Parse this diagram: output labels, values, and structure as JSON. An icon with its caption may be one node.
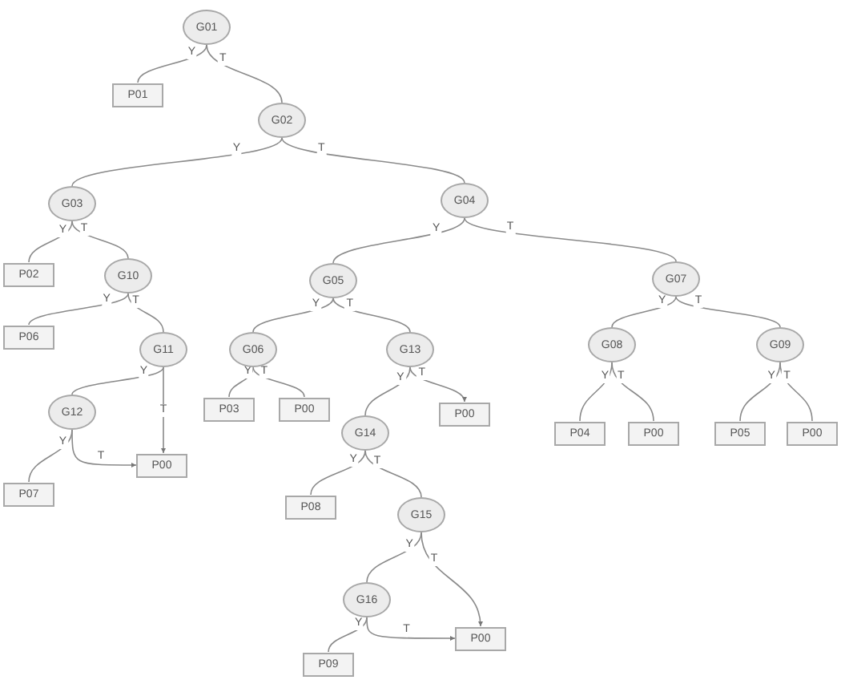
{
  "diagram": {
    "nodes": [
      {
        "text": [
          "G01"
        ]
      },
      {
        "text": [
          "P01"
        ]
      },
      {
        "text": [
          "G02"
        ]
      },
      {
        "text": [
          "G03"
        ]
      },
      {
        "text": [
          "P02"
        ]
      },
      {
        "text": [
          "G10"
        ]
      },
      {
        "text": [
          "P06"
        ]
      },
      {
        "text": [
          "G11"
        ]
      },
      {
        "text": [
          "G12"
        ]
      },
      {
        "text": [
          "P00"
        ]
      },
      {
        "text": [
          "P07"
        ]
      },
      {
        "text": [
          "G04"
        ]
      },
      {
        "text": [
          "G05"
        ]
      },
      {
        "text": [
          "G06"
        ]
      },
      {
        "text": [
          "P03"
        ]
      },
      {
        "text": [
          "P00"
        ]
      },
      {
        "text": [
          "G13"
        ]
      },
      {
        "text": [
          "P00"
        ]
      },
      {
        "text": [
          "G14"
        ]
      },
      {
        "text": [
          "P08"
        ]
      },
      {
        "text": [
          "G15"
        ]
      },
      {
        "text": [
          "P00"
        ]
      },
      {
        "text": [
          "G16"
        ]
      },
      {
        "text": [
          "P09"
        ]
      },
      {
        "text": [
          "G07"
        ]
      },
      {
        "text": [
          "G08"
        ]
      },
      {
        "text": [
          "P04"
        ]
      },
      {
        "text": [
          "P00"
        ]
      },
      {
        "text": [
          "G09"
        ]
      },
      {
        "text": [
          "P05"
        ]
      },
      {
        "text": [
          "P00"
        ]
      }
    ],
    "edges": [
      {
        "from": 0,
        "to": 1,
        "label": "Y",
        "arrow": "none"
      },
      {
        "from": 0,
        "to": 2,
        "label": "T",
        "arrow": "none"
      },
      {
        "from": 2,
        "to": 3,
        "label": "Y",
        "arrow": "none"
      },
      {
        "from": 2,
        "to": 11,
        "label": "T",
        "arrow": "none"
      },
      {
        "from": 3,
        "to": 4,
        "label": "Y",
        "arrow": "none"
      },
      {
        "from": 3,
        "to": 5,
        "label": "T",
        "arrow": "none"
      },
      {
        "from": 5,
        "to": 6,
        "label": "Y",
        "arrow": "none"
      },
      {
        "from": 5,
        "to": 7,
        "label": "T",
        "arrow": "none"
      },
      {
        "from": 7,
        "to": 8,
        "label": "Y",
        "arrow": "none"
      },
      {
        "from": 7,
        "to": 9,
        "label": "T",
        "arrow": "to"
      },
      {
        "from": 8,
        "to": 10,
        "label": "Y",
        "arrow": "none"
      },
      {
        "from": 8,
        "to": 9,
        "label": "T",
        "arrow": "to"
      },
      {
        "from": 11,
        "to": 12,
        "label": "Y",
        "arrow": "none"
      },
      {
        "from": 11,
        "to": 24,
        "label": "T",
        "arrow": "none"
      },
      {
        "from": 12,
        "to": 13,
        "label": "Y",
        "arrow": "none"
      },
      {
        "from": 12,
        "to": 16,
        "label": "T",
        "arrow": "none"
      },
      {
        "from": 13,
        "to": 14,
        "label": "Y",
        "arrow": "none"
      },
      {
        "from": 13,
        "to": 15,
        "label": "T",
        "arrow": "none"
      },
      {
        "from": 16,
        "to": 18,
        "label": "Y",
        "arrow": "none"
      },
      {
        "from": 16,
        "to": 17,
        "label": "T",
        "arrow": "to"
      },
      {
        "from": 18,
        "to": 19,
        "label": "Y",
        "arrow": "none"
      },
      {
        "from": 18,
        "to": 20,
        "label": "T",
        "arrow": "none"
      },
      {
        "from": 20,
        "to": 22,
        "label": "Y",
        "arrow": "none"
      },
      {
        "from": 20,
        "to": 21,
        "label": "T",
        "arrow": "to"
      },
      {
        "from": 22,
        "to": 23,
        "label": "Y",
        "arrow": "none"
      },
      {
        "from": 22,
        "to": 21,
        "label": "T",
        "arrow": "to"
      },
      {
        "from": 24,
        "to": 25,
        "label": "Y",
        "arrow": "none"
      },
      {
        "from": 24,
        "to": 28,
        "label": "T",
        "arrow": "none"
      },
      {
        "from": 25,
        "to": 26,
        "label": "Y",
        "arrow": "none"
      },
      {
        "from": 25,
        "to": 27,
        "label": "T",
        "arrow": "none"
      },
      {
        "from": 28,
        "to": 29,
        "label": "Y",
        "arrow": "none"
      },
      {
        "from": 28,
        "to": 30,
        "label": "T",
        "arrow": "none"
      }
    ]
  }
}
